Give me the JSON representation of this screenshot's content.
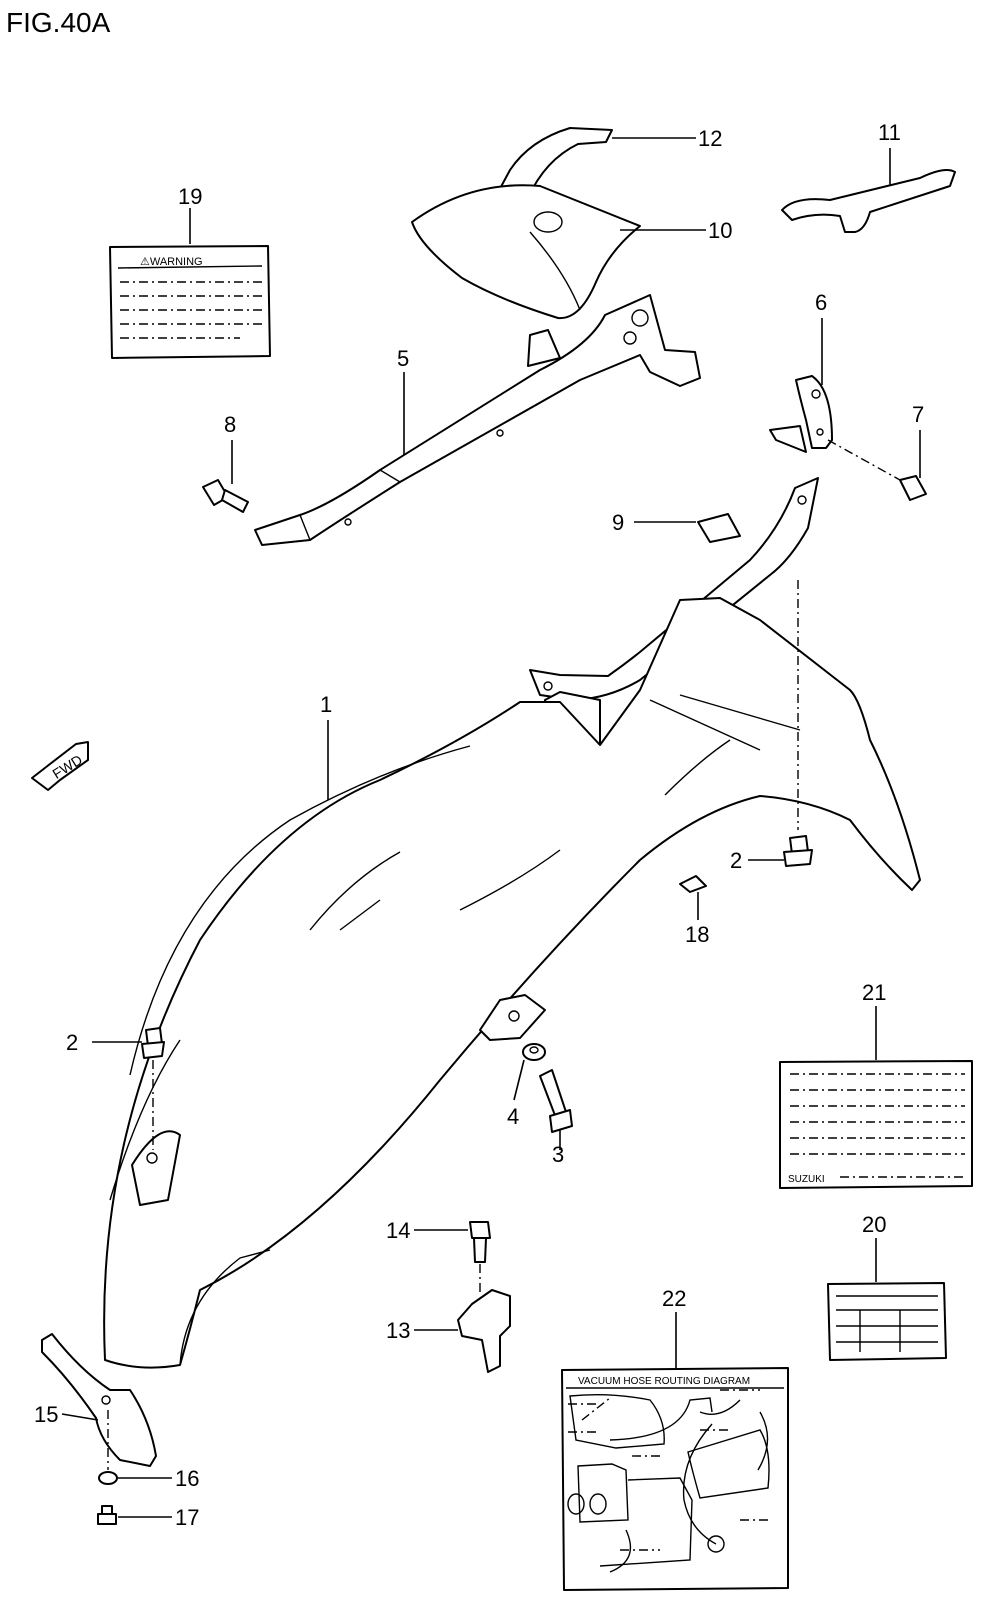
{
  "figure": {
    "title": "FIG.40A"
  },
  "direction_arrow": {
    "label": "FWD"
  },
  "callouts": {
    "c1": "1",
    "c2a": "2",
    "c2b": "2",
    "c3": "3",
    "c4": "4",
    "c5": "5",
    "c6": "6",
    "c7": "7",
    "c8": "8",
    "c9": "9",
    "c10": "10",
    "c11": "11",
    "c12": "12",
    "c13": "13",
    "c14": "14",
    "c15": "15",
    "c16": "16",
    "c17": "17",
    "c18": "18",
    "c19": "19",
    "c20": "20",
    "c21": "21",
    "c22": "22"
  },
  "labels": {
    "warning_label": {
      "heading": "⚠WARNING"
    },
    "suzuki_label": {
      "brand": "SUZUKI"
    },
    "vacuum_label": {
      "heading": "VACUUM HOSE ROUTING DIAGRAM"
    }
  }
}
